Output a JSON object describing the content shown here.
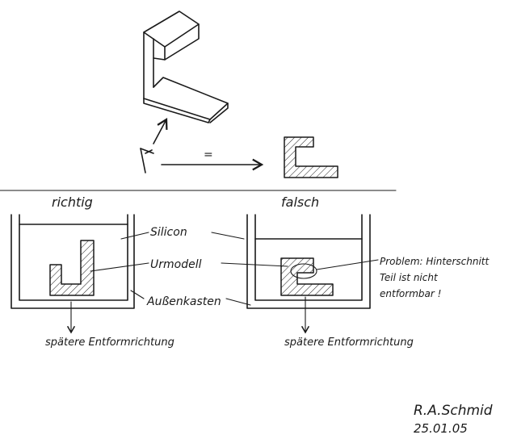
{
  "labels": {
    "correct": "richtig",
    "wrong": "falsch",
    "equals": "=",
    "silicon": "Silicon",
    "master_model": "Urmodell",
    "outer_box": "Außenkasten",
    "demold_left": "spätere Entformrichtung",
    "demold_right": "spätere Entformrichtung",
    "problem_line1": "Problem: Hinterschnitt",
    "problem_line2": "Teil ist nicht",
    "problem_line3": "entformbar !"
  },
  "signature": {
    "name": "R.A.Schmid",
    "date": "25.01.05"
  }
}
